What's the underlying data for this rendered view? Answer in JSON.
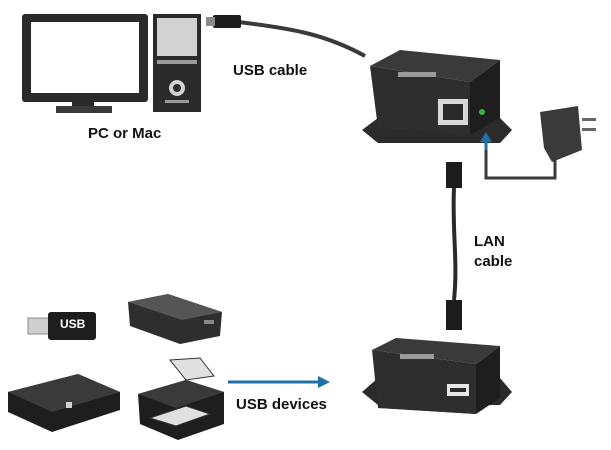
{
  "labels": {
    "pc": "PC or Mac",
    "usb_cable": "USB cable",
    "lan_line1": "LAN",
    "lan_line2": "cable",
    "usb_devices": "USB devices",
    "usb_stick": "USB"
  },
  "colors": {
    "device_body": "#2b2b2b",
    "device_dark": "#1a1a1a",
    "monitor_frame": "#2a2a2a",
    "tower": "#cfcfcf",
    "arrow_blue": "#1f6fa8",
    "power_led": "#3fae49"
  }
}
